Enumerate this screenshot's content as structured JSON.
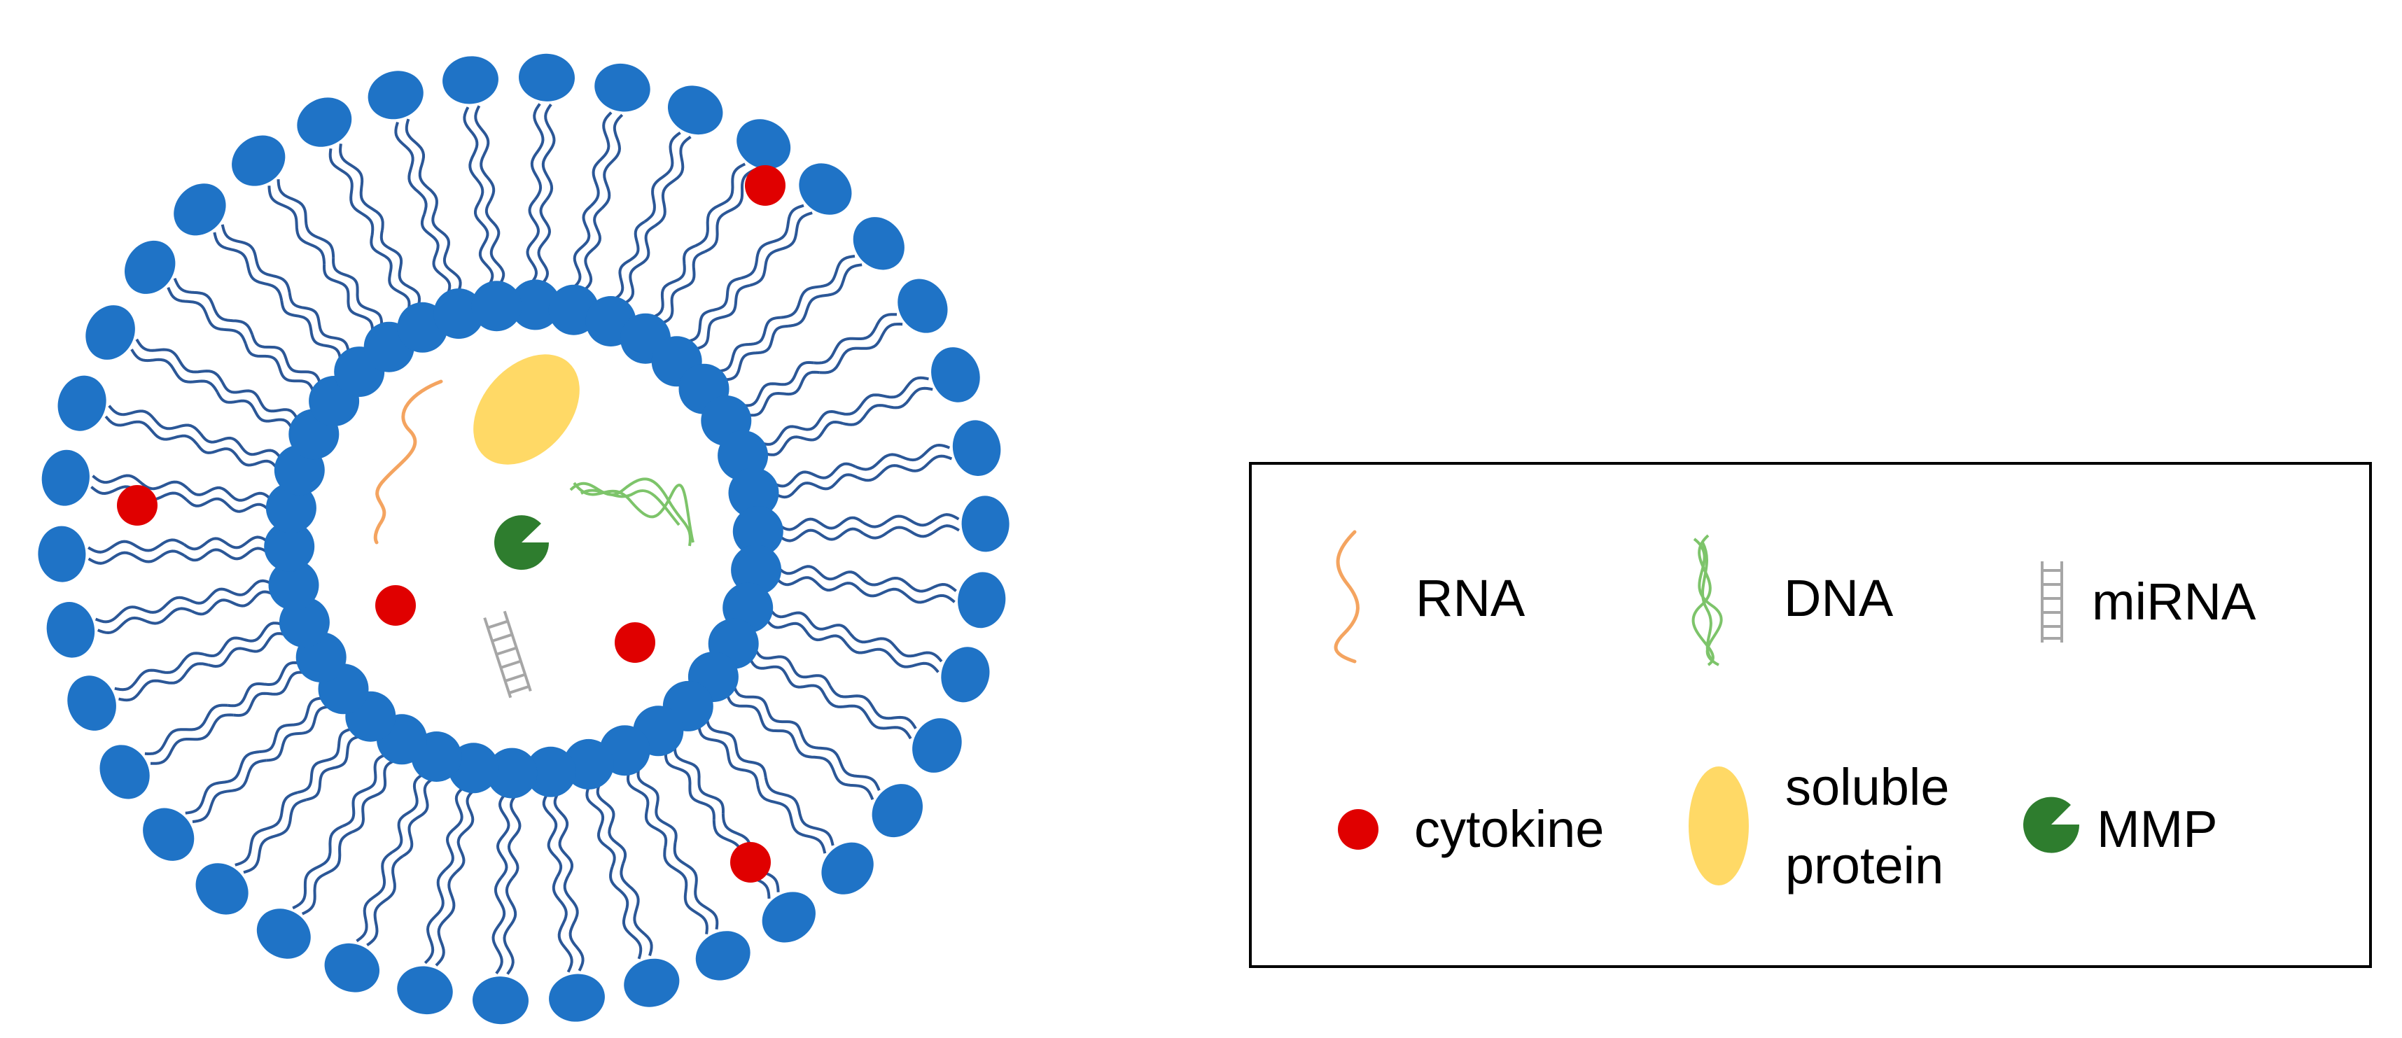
{
  "colors": {
    "lipid_head": "#1F73C6",
    "lipid_tail": "#2B5797",
    "cytokine": "#E00000",
    "soluble_protein": "#FFD966",
    "mmp": "#2E7D2E",
    "rna": "#F4A460",
    "dna": "#7DC46A",
    "mirna": "#A6A6A6",
    "legend_border": "#000000"
  },
  "legend": {
    "items": [
      {
        "key": "rna",
        "label": "RNA",
        "icon": "rna-icon"
      },
      {
        "key": "dna",
        "label": "DNA",
        "icon": "dna-icon"
      },
      {
        "key": "mirna",
        "label": "miRNA",
        "icon": "mirna-icon"
      },
      {
        "key": "cytokine",
        "label": "cytokine",
        "icon": "cytokine-icon"
      },
      {
        "key": "soluble_protein",
        "label_line1": "soluble",
        "label_line2": "protein",
        "icon": "soluble-protein-icon"
      },
      {
        "key": "mmp",
        "label": "MMP",
        "icon": "mmp-icon"
      }
    ]
  },
  "vesicle": {
    "outer_lipid_count": 38,
    "inner_lipid_count": 38,
    "membrane_bound_cytokines": 3,
    "cargo": [
      "rna",
      "soluble-protein",
      "dna",
      "mmp",
      "cytokine",
      "mirna",
      "cytokine"
    ]
  }
}
